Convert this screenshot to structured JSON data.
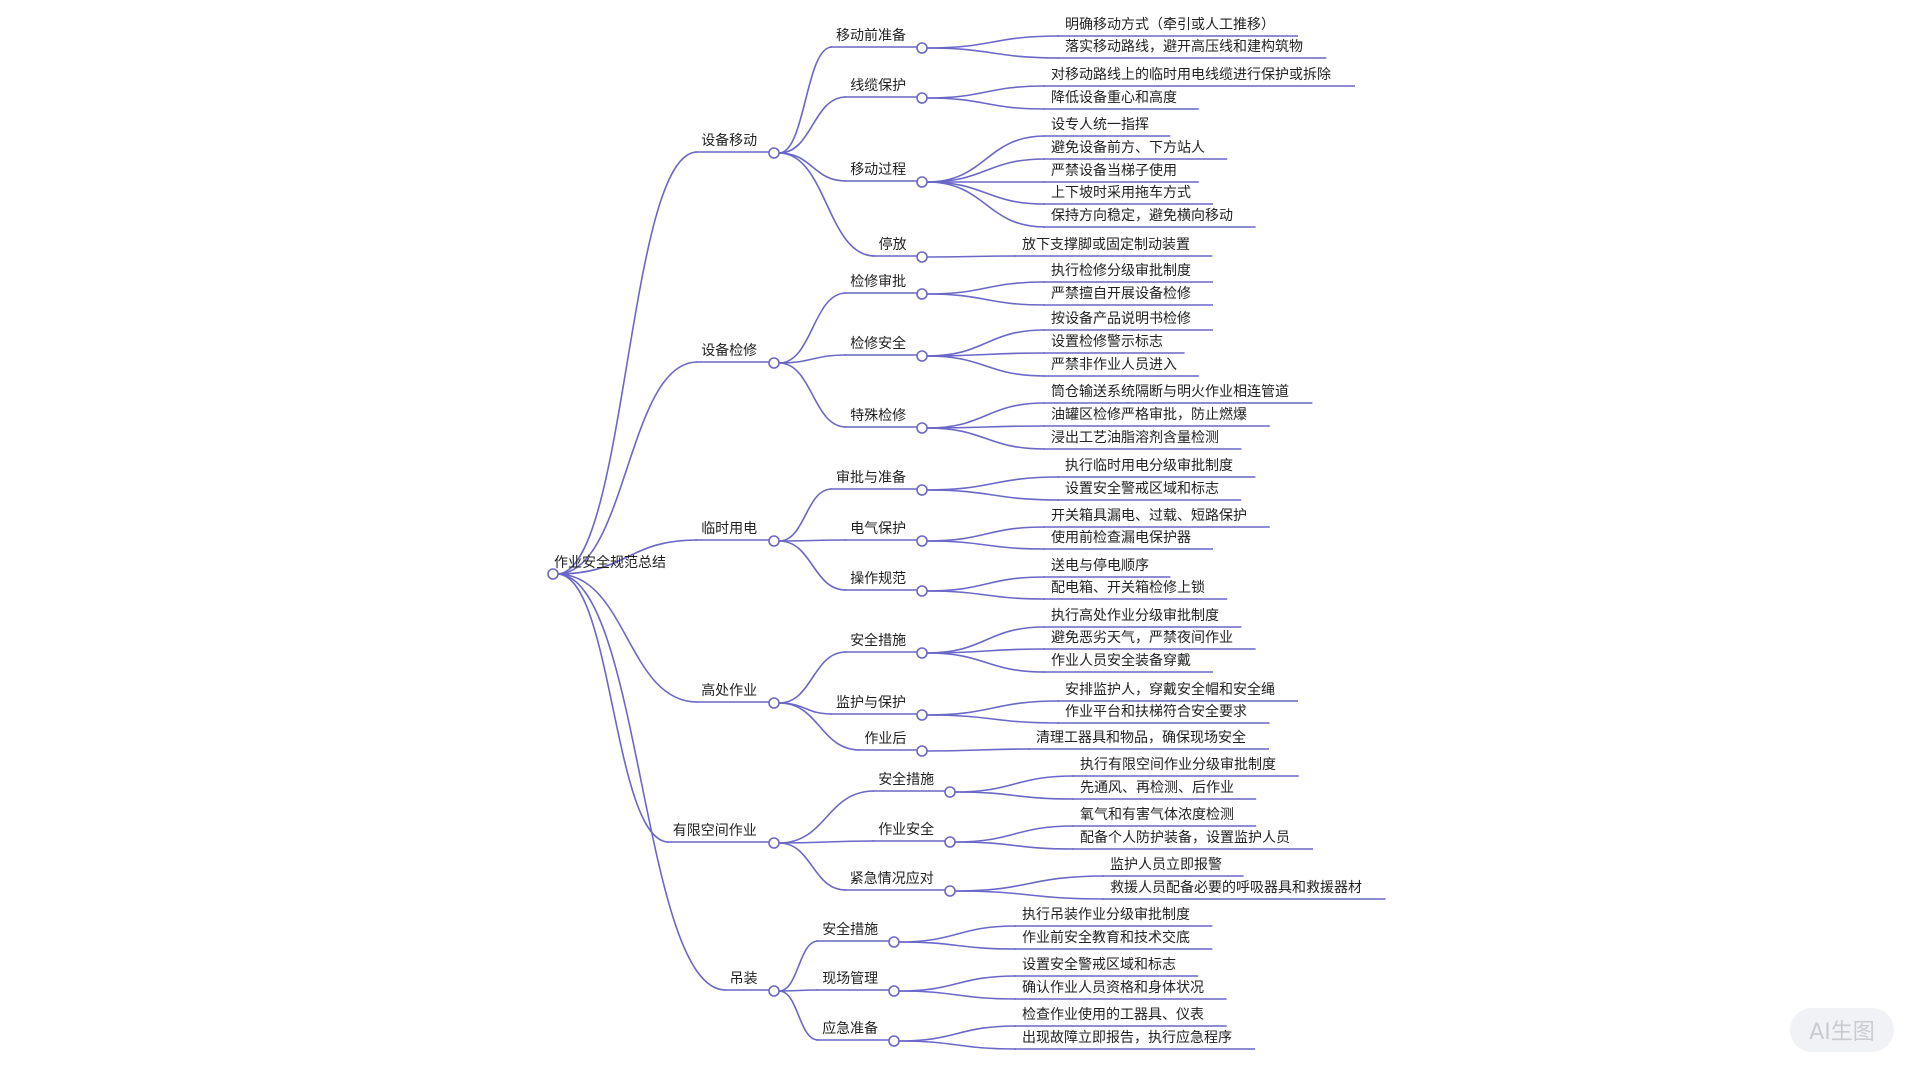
{
  "mindmap": {
    "line_color": "#6a67c8",
    "text_color": "#222222",
    "root": {
      "label": "作业安全规范总结",
      "children": [
        {
          "label": "设备移动",
          "children": [
            {
              "label": "移动前准备",
              "children": [
                {
                  "label": "明确移动方式（牵引或人工推移）"
                },
                {
                  "label": "落实移动路线，避开高压线和建构筑物"
                }
              ]
            },
            {
              "label": "线缆保护",
              "children": [
                {
                  "label": "对移动路线上的临时用电线缆进行保护或拆除"
                },
                {
                  "label": "降低设备重心和高度"
                }
              ]
            },
            {
              "label": "移动过程",
              "children": [
                {
                  "label": "设专人统一指挥"
                },
                {
                  "label": "避免设备前方、下方站人"
                },
                {
                  "label": "严禁设备当梯子使用"
                },
                {
                  "label": "上下坡时采用拖车方式"
                },
                {
                  "label": "保持方向稳定，避免横向移动"
                }
              ]
            },
            {
              "label": "停放",
              "children": [
                {
                  "label": "放下支撑脚或固定制动装置"
                }
              ]
            }
          ]
        },
        {
          "label": "设备检修",
          "children": [
            {
              "label": "检修审批",
              "children": [
                {
                  "label": "执行检修分级审批制度"
                },
                {
                  "label": "严禁擅自开展设备检修"
                }
              ]
            },
            {
              "label": "检修安全",
              "children": [
                {
                  "label": "按设备产品说明书检修"
                },
                {
                  "label": "设置检修警示标志"
                },
                {
                  "label": "严禁非作业人员进入"
                }
              ]
            },
            {
              "label": "特殊检修",
              "children": [
                {
                  "label": "筒仓输送系统隔断与明火作业相连管道"
                },
                {
                  "label": "油罐区检修严格审批，防止燃爆"
                },
                {
                  "label": "浸出工艺油脂溶剂含量检测"
                }
              ]
            }
          ]
        },
        {
          "label": "临时用电",
          "children": [
            {
              "label": "审批与准备",
              "children": [
                {
                  "label": "执行临时用电分级审批制度"
                },
                {
                  "label": "设置安全警戒区域和标志"
                }
              ]
            },
            {
              "label": "电气保护",
              "children": [
                {
                  "label": "开关箱具漏电、过载、短路保护"
                },
                {
                  "label": "使用前检查漏电保护器"
                }
              ]
            },
            {
              "label": "操作规范",
              "children": [
                {
                  "label": "送电与停电顺序"
                },
                {
                  "label": "配电箱、开关箱检修上锁"
                }
              ]
            }
          ]
        },
        {
          "label": "高处作业",
          "children": [
            {
              "label": "安全措施",
              "children": [
                {
                  "label": "执行高处作业分级审批制度"
                },
                {
                  "label": "避免恶劣天气，严禁夜间作业"
                },
                {
                  "label": "作业人员安全装备穿戴"
                }
              ]
            },
            {
              "label": "监护与保护",
              "children": [
                {
                  "label": "安排监护人，穿戴安全帽和安全绳"
                },
                {
                  "label": "作业平台和扶梯符合安全要求"
                }
              ]
            },
            {
              "label": "作业后",
              "children": [
                {
                  "label": "清理工器具和物品，确保现场安全"
                }
              ]
            }
          ]
        },
        {
          "label": "有限空间作业",
          "children": [
            {
              "label": "安全措施",
              "children": [
                {
                  "label": "执行有限空间作业分级审批制度"
                },
                {
                  "label": "先通风、再检测、后作业"
                }
              ]
            },
            {
              "label": "作业安全",
              "children": [
                {
                  "label": "氧气和有害气体浓度检测"
                },
                {
                  "label": "配备个人防护装备，设置监护人员"
                }
              ]
            },
            {
              "label": "紧急情况应对",
              "children": [
                {
                  "label": "监护人员立即报警"
                },
                {
                  "label": "救援人员配备必要的呼吸器具和救援器材"
                }
              ]
            }
          ]
        },
        {
          "label": "吊装",
          "children": [
            {
              "label": "安全措施",
              "children": [
                {
                  "label": "执行吊装作业分级审批制度"
                },
                {
                  "label": "作业前安全教育和技术交底"
                }
              ]
            },
            {
              "label": "现场管理",
              "children": [
                {
                  "label": "设置安全警戒区域和标志"
                },
                {
                  "label": "确认作业人员资格和身体状况"
                }
              ]
            },
            {
              "label": "应急准备",
              "children": [
                {
                  "label": "检查作业使用的工器具、仪表"
                },
                {
                  "label": "出现故障立即报告，执行应急程序"
                }
              ]
            }
          ]
        }
      ]
    }
  },
  "watermark": "AI生图"
}
